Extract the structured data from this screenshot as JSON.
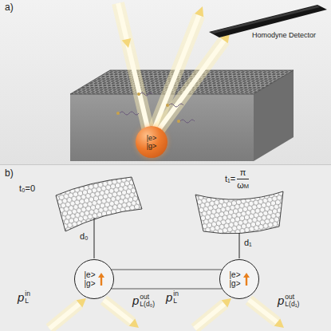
{
  "diagram": {
    "nodes": [
      {
        "text": [
          "|e>",
          "|g>"
        ]
      },
      {
        "text": [
          "|e>",
          "|g>"
        ]
      },
      {
        "text": [
          "|e>",
          "|g>"
        ]
      }
    ],
    "edges": [
      {
        "from": 1,
        "to": 2,
        "arrow": "none"
      }
    ],
    "labels": [
      "a)",
      "Homodyne Detector",
      "b)",
      "t₀=0",
      "t₁=",
      "π",
      "ω",
      "M",
      "d₀",
      "d₁",
      "p",
      "in",
      "L",
      "p",
      "out",
      "L(d₀)",
      "p",
      "in",
      "L",
      "p",
      "out",
      "L(d₁)"
    ]
  }
}
